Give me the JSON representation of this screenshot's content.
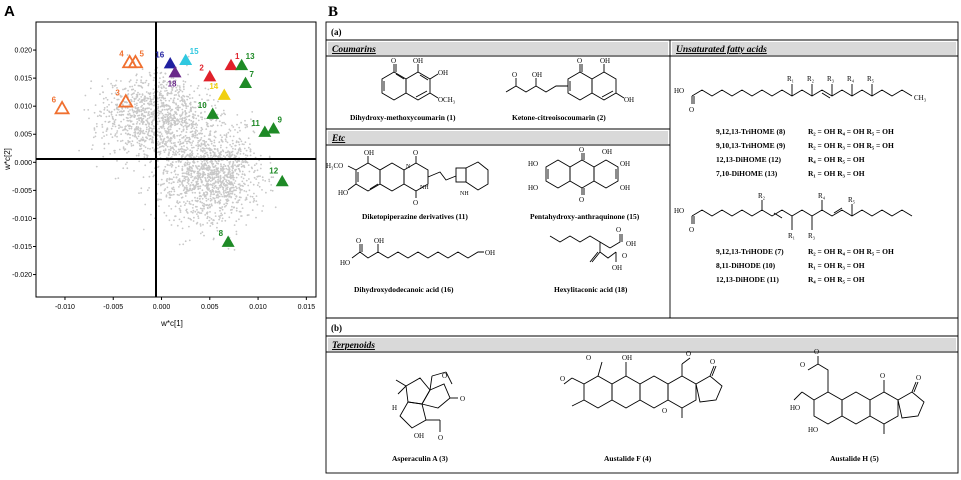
{
  "panel_a": {
    "letter": "A",
    "xlabel": "w*c[1]",
    "ylabel": "w*c[2]",
    "x_ticks": [
      "-0.010",
      "-0.005",
      "0.000",
      "0.005",
      "0.010",
      "0.015"
    ],
    "y_ticks": [
      "0.020",
      "0.015",
      "0.010",
      "0.005",
      "0.000",
      "-0.005",
      "-0.010",
      "-0.015",
      "-0.020"
    ]
  },
  "chart_data": {
    "type": "scatter",
    "xlabel": "w*c[1]",
    "ylabel": "w*c[2]",
    "xlim": [
      -0.013,
      0.016
    ],
    "ylim": [
      -0.024,
      0.025
    ],
    "grid": false,
    "points": [
      {
        "label": "1",
        "x": 0.0072,
        "y": 0.0173,
        "marker": "filled-triangle",
        "color": "#e0202a"
      },
      {
        "label": "2",
        "x": 0.005,
        "y": 0.0153,
        "marker": "filled-triangle",
        "color": "#e0202a"
      },
      {
        "label": "3",
        "x": -0.0037,
        "y": 0.0108,
        "marker": "open-triangle",
        "color": "#f07030"
      },
      {
        "label": "4",
        "x": -0.0033,
        "y": 0.0178,
        "marker": "open-triangle",
        "color": "#f07030"
      },
      {
        "label": "5",
        "x": -0.0027,
        "y": 0.0178,
        "marker": "open-triangle",
        "color": "#f07030"
      },
      {
        "label": "6",
        "x": -0.0103,
        "y": 0.0096,
        "marker": "open-triangle",
        "color": "#f07030"
      },
      {
        "label": "7",
        "x": 0.0087,
        "y": 0.0141,
        "marker": "filled-triangle",
        "color": "#1e8a26"
      },
      {
        "label": "8",
        "x": 0.0069,
        "y": -0.0142,
        "marker": "filled-triangle",
        "color": "#1e8a26"
      },
      {
        "label": "9",
        "x": 0.0116,
        "y": 0.006,
        "marker": "filled-triangle",
        "color": "#1e8a26"
      },
      {
        "label": "10",
        "x": 0.0053,
        "y": 0.0086,
        "marker": "filled-triangle",
        "color": "#1e8a26"
      },
      {
        "label": "11",
        "x": 0.0107,
        "y": 0.0054,
        "marker": "filled-triangle",
        "color": "#1e8a26"
      },
      {
        "label": "12",
        "x": 0.0125,
        "y": -0.0034,
        "marker": "filled-triangle",
        "color": "#1e8a26"
      },
      {
        "label": "13",
        "x": 0.0083,
        "y": 0.0173,
        "marker": "filled-triangle",
        "color": "#1e8a26"
      },
      {
        "label": "14",
        "x": 0.0065,
        "y": 0.012,
        "marker": "filled-triangle",
        "color": "#f0d010"
      },
      {
        "label": "15",
        "x": 0.0025,
        "y": 0.0182,
        "marker": "filled-triangle",
        "color": "#30c8e0"
      },
      {
        "label": "16",
        "x": 0.0009,
        "y": 0.0176,
        "marker": "filled-triangle",
        "color": "#2020a0"
      },
      {
        "label": "18",
        "x": 0.0014,
        "y": 0.016,
        "marker": "filled-triangle",
        "color": "#6a2a8a"
      }
    ],
    "background": "dense cloud of grey points"
  },
  "panel_b": {
    "letter": "B",
    "section_a_label": "(a)",
    "section_b_label": "(b)",
    "coumarins": {
      "header": "Coumarins",
      "c1": "Dihydroxy-methoxycoumarin (1)",
      "c2": "Ketone-citreoisocoumarin (2)"
    },
    "etc": {
      "header": "Etc",
      "c11": "Diketopiperazine derivatives (11)",
      "c15": "Pentahydroxy-anthraquinone (15)",
      "c16": "Dihydroxydodecanoic acid (16)",
      "c18": "Hexylitaconic acid (18)"
    },
    "fatty": {
      "header": "Unsaturated fatty acids",
      "group1": [
        {
          "name": "9,12,13-TriHOME (8)",
          "subs": "R₂ = OH  R₄ = OH  R₅ = OH"
        },
        {
          "name": "9,10,13-TriHOME (9)",
          "subs": "R₂ = OH  R₃ = OH  R₅ = OH"
        },
        {
          "name": "12,13-DiHOME (12)",
          "subs": "R₄ = OH  R₅ = OH"
        },
        {
          "name": "7,10-DiHOME (13)",
          "subs": "R₁ = OH  R₃ = OH"
        }
      ],
      "group2": [
        {
          "name": "9,12,13-TriHODE (7)",
          "subs": "R₂ = OH  R₄ = OH  R₅ = OH"
        },
        {
          "name": "8,11-DiHODE (10)",
          "subs": "R₁ = OH  R₃ = OH"
        },
        {
          "name": "12,13-DiHODE (11)",
          "subs": "R₄ = OH  R₅ = OH"
        }
      ]
    },
    "terpenoids": {
      "header": "Terpenoids",
      "c3": "Asperaculin A (3)",
      "c4": "Austalide F (4)",
      "c5": "Austalide H (5)"
    }
  }
}
